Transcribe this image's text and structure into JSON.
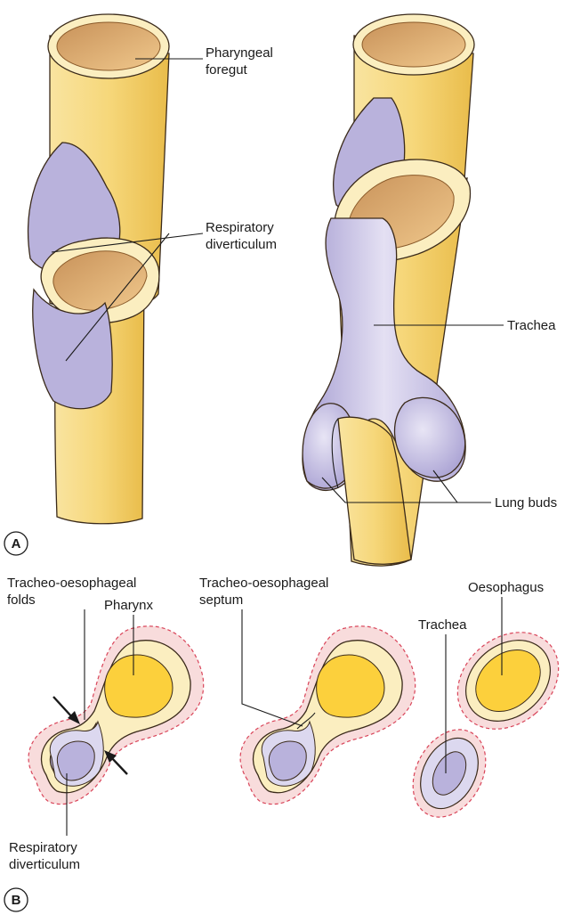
{
  "panel_a": {
    "panel_label": "A",
    "labels": {
      "pharyngeal_foregut_line1": "Pharyngeal",
      "pharyngeal_foregut_line2": "foregut",
      "respiratory_diverticulum_line1": "Respiratory",
      "respiratory_diverticulum_line2": "diverticulum",
      "trachea": "Trachea",
      "lung_buds": "Lung buds"
    }
  },
  "panel_b": {
    "panel_label": "B",
    "labels": {
      "tracheo_oesophageal_folds_line1": "Tracheo-oesophageal",
      "tracheo_oesophageal_folds_line2": "folds",
      "pharynx": "Pharynx",
      "respiratory_diverticulum_line1": "Respiratory",
      "respiratory_diverticulum_line2": "diverticulum",
      "tracheo_oesophageal_septum_line1": "Tracheo-oesophageal",
      "tracheo_oesophageal_septum_line2": "septum",
      "trachea": "Trachea",
      "oesophagus": "Oesophagus"
    }
  },
  "colors": {
    "gut_yellow": "#f6d77a",
    "gut_yellow_dark": "#e9bc4a",
    "lumen_tan": "#d9a66a",
    "rim_cream": "#fbeec0",
    "respiratory_purple": "#b9b2dc",
    "respiratory_light": "#dcd8ef",
    "lumen_yellow": "#fcd03c",
    "mesenchyme_pink": "#f8dcdc",
    "dashed_red": "#d9455a"
  }
}
